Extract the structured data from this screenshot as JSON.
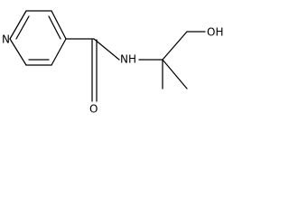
{
  "molecule": {
    "atoms": {
      "ring_n": "N",
      "amide_nh": "NH",
      "carbonyl_o": "O",
      "hydroxyl": "OH"
    }
  }
}
